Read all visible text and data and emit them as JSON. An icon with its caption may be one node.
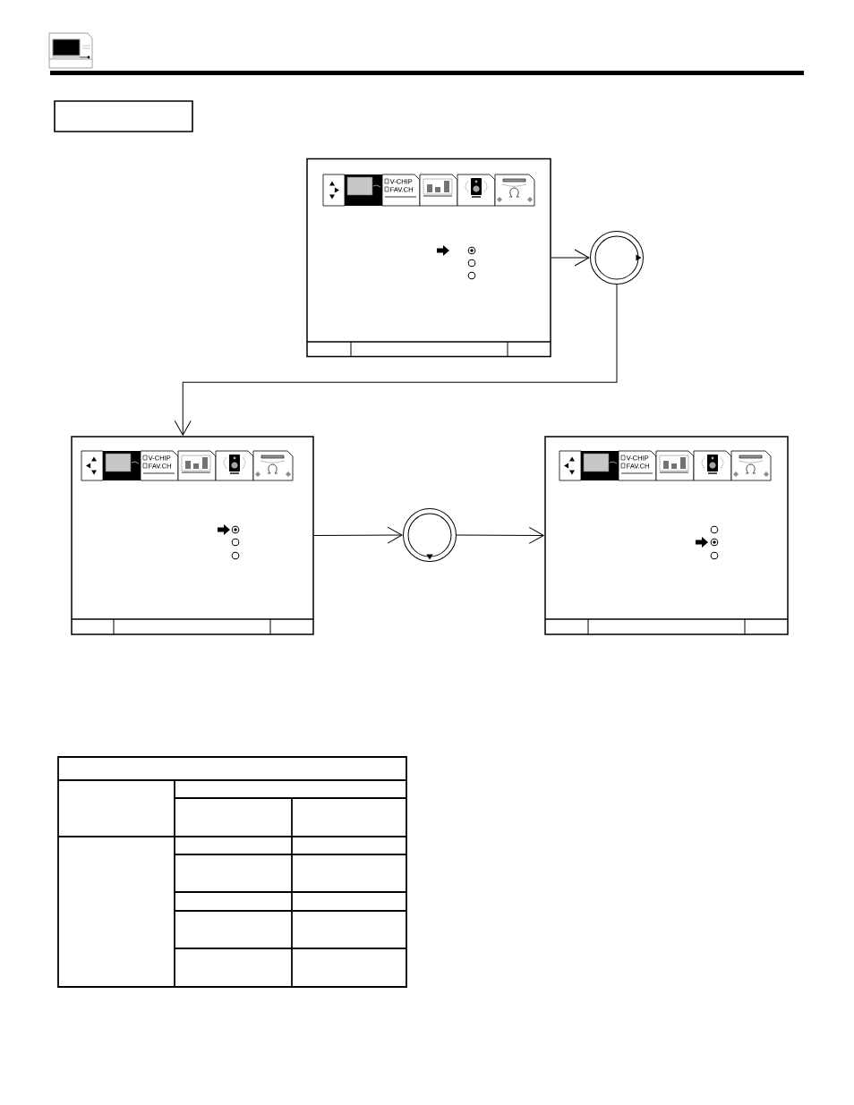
{
  "diagram": {
    "nodes": [
      {
        "text": [],
        "shape": "box"
      },
      {
        "text": [],
        "shape": "box"
      },
      {
        "text": [],
        "shape": "circle"
      },
      {
        "text": [],
        "shape": "box"
      },
      {
        "text": [],
        "shape": "circle"
      },
      {
        "text": [],
        "shape": "box"
      }
    ],
    "edges": [
      {
        "from": 1,
        "to": 2,
        "arrow": "to"
      },
      {
        "from": 2,
        "to": 3,
        "arrow": "to"
      },
      {
        "from": 3,
        "to": 4,
        "arrow": "to"
      },
      {
        "from": 4,
        "to": 5,
        "arrow": "to"
      }
    ],
    "labels": [
      "V-CHIP",
      "FAV.CH",
      "V-CHIP",
      "FAV.CH",
      "V-CHIP",
      "FAV.CH"
    ]
  }
}
